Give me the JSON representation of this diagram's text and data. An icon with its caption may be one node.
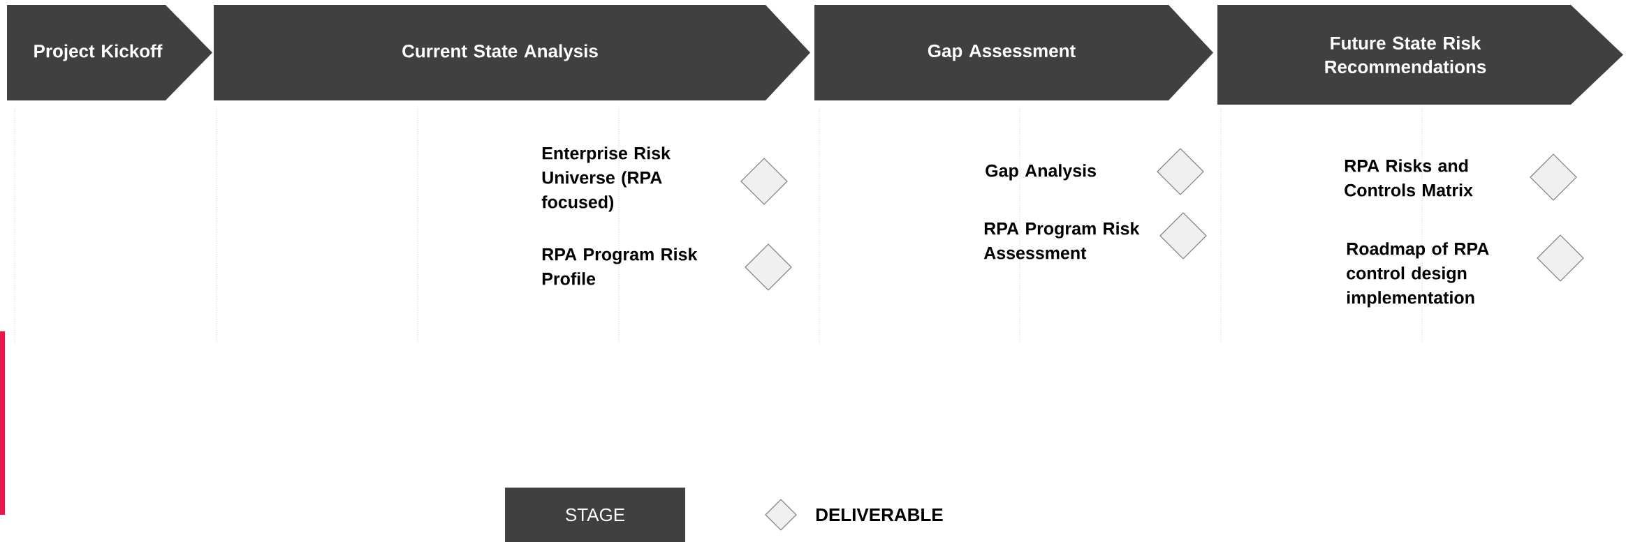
{
  "diagram": {
    "nodes": [
      {
        "text": [
          "Project Kickoff"
        ]
      },
      {
        "text": [
          "Current State Analysis"
        ]
      },
      {
        "text": [
          "Gap Assessment"
        ]
      },
      {
        "text": [
          "Future State Risk Recommendations"
        ]
      },
      {
        "text": [
          "Enterprise Risk Universe (RPA focused)"
        ]
      },
      {
        "text": [
          "RPA Program Risk Profile"
        ]
      },
      {
        "text": [
          "Gap Analysis"
        ]
      },
      {
        "text": [
          "RPA Program Risk Assessment"
        ]
      },
      {
        "text": [
          "RPA Risks and Controls Matrix"
        ]
      },
      {
        "text": [
          "Roadmap of RPA control design implementation"
        ]
      }
    ],
    "legend": [
      {
        "text": "STAGE",
        "color": "#404040"
      },
      {
        "text": "DELIVERABLE"
      }
    ]
  }
}
